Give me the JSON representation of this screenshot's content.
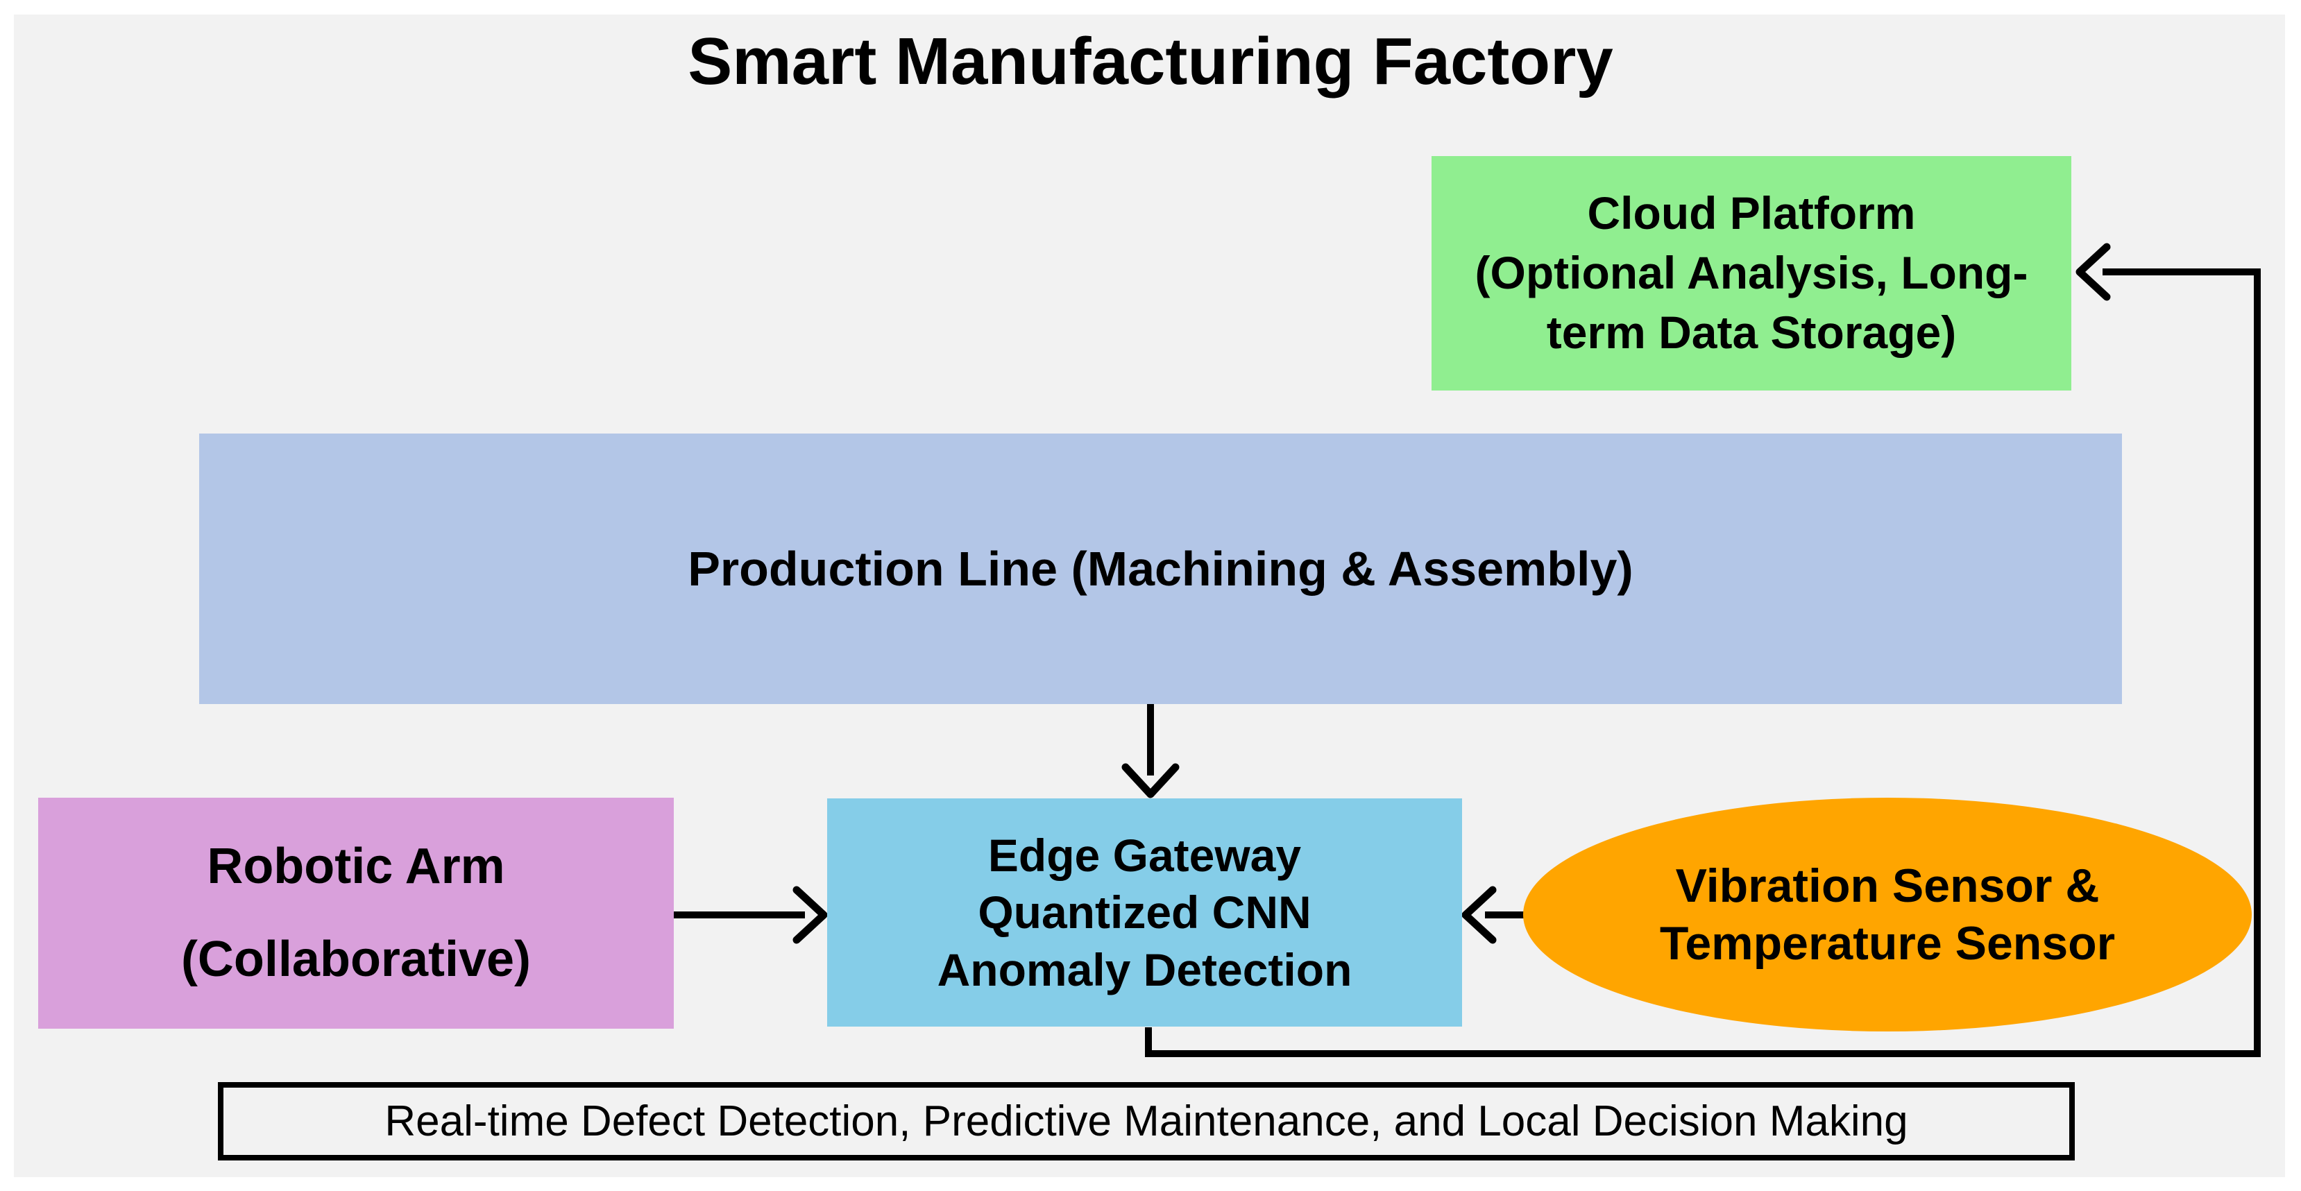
{
  "title": "Smart Manufacturing Factory",
  "colors": {
    "page_background": "#ffffff",
    "panel_background": "#f2f2f2",
    "cloud": "#90ee90",
    "production": "#b3c6e7",
    "robotic_arm": "#d9a0db",
    "edge_gateway": "#85cde8",
    "sensors": "#ffa500",
    "arrow": "#000000",
    "outcome_border": "#000000",
    "text": "#000000"
  },
  "nodes": {
    "cloud": {
      "lines": [
        "Cloud Platform",
        "(Optional Analysis, Long-",
        "term Data Storage)"
      ]
    },
    "production": {
      "label": "Production Line (Machining & Assembly)"
    },
    "robotic": {
      "lines": [
        "Robotic Arm",
        "(Collaborative)"
      ]
    },
    "edge": {
      "lines": [
        "Edge Gateway",
        "Quantized CNN",
        "Anomaly Detection"
      ]
    },
    "sensors": {
      "lines": [
        "Vibration Sensor &",
        "Temperature Sensor"
      ]
    },
    "outcome": {
      "label": "Real-time Defect Detection, Predictive Maintenance, and Local Decision Making"
    }
  },
  "connections": [
    {
      "from": "Production Line (Machining & Assembly)",
      "to": "Edge Gateway"
    },
    {
      "from": "Robotic Arm (Collaborative)",
      "to": "Edge Gateway"
    },
    {
      "from": "Vibration Sensor & Temperature Sensor",
      "to": "Edge Gateway"
    },
    {
      "from": "Edge Gateway",
      "to": "Cloud Platform"
    }
  ]
}
